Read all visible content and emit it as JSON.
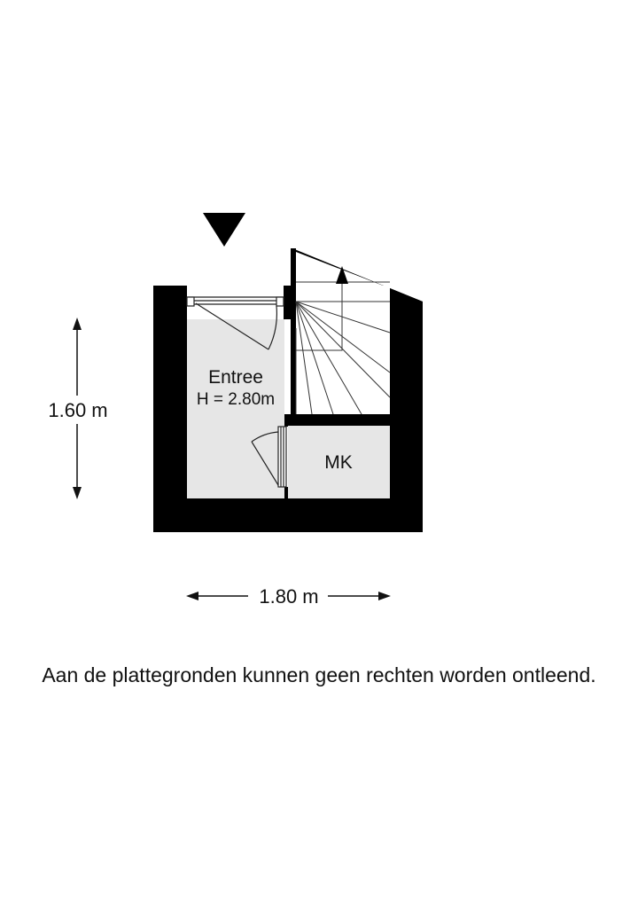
{
  "rooms": {
    "entree": {
      "name": "Entree",
      "height": "H = 2.80m"
    },
    "mk": {
      "name": "MK"
    }
  },
  "dimensions": {
    "vertical": "1.60 m",
    "horizontal": "1.80 m"
  },
  "disclaimer": "Aan de plattegronden kunnen geen rechten worden ontleend.",
  "colors": {
    "wall": "#000000",
    "floor": "#e6e6e6",
    "stair_floor": "#ffffff",
    "line": "#222222"
  },
  "icons": {
    "entrance_marker": "triangle-down-icon",
    "stair_direction": "arrow-up-icon"
  }
}
